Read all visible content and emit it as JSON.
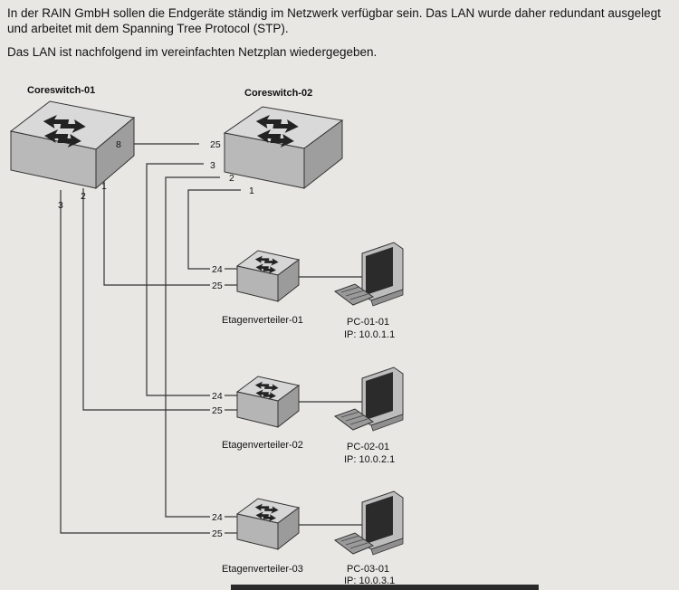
{
  "intro": {
    "para1": "In der RAIN GmbH sollen die Endgeräte ständig im Netzwerk verfügbar sein. Das LAN wurde daher redundant ausgelegt und arbeitet mit dem Spanning Tree Protocol (STP).",
    "para2": "Das LAN ist nachfolgend im vereinfachten Netzplan wiedergegeben."
  },
  "core1": {
    "name": "Coreswitch-01",
    "ports": [
      "8",
      "3",
      "2",
      "1"
    ]
  },
  "core2": {
    "name": "Coreswitch-02",
    "ports": [
      "25",
      "3",
      "2",
      "1"
    ]
  },
  "floors": [
    {
      "name": "Etagenverteiler-01",
      "port_top": "24",
      "port_bottom": "25",
      "pc": "PC-01-01",
      "ip": "IP: 10.0.1.1"
    },
    {
      "name": "Etagenverteiler-02",
      "port_top": "24",
      "port_bottom": "25",
      "pc": "PC-02-01",
      "ip": "IP: 10.0.2.1"
    },
    {
      "name": "Etagenverteiler-03",
      "port_top": "24",
      "port_bottom": "25",
      "pc": "PC-03-01",
      "ip": "IP: 10.0.3.1"
    }
  ]
}
